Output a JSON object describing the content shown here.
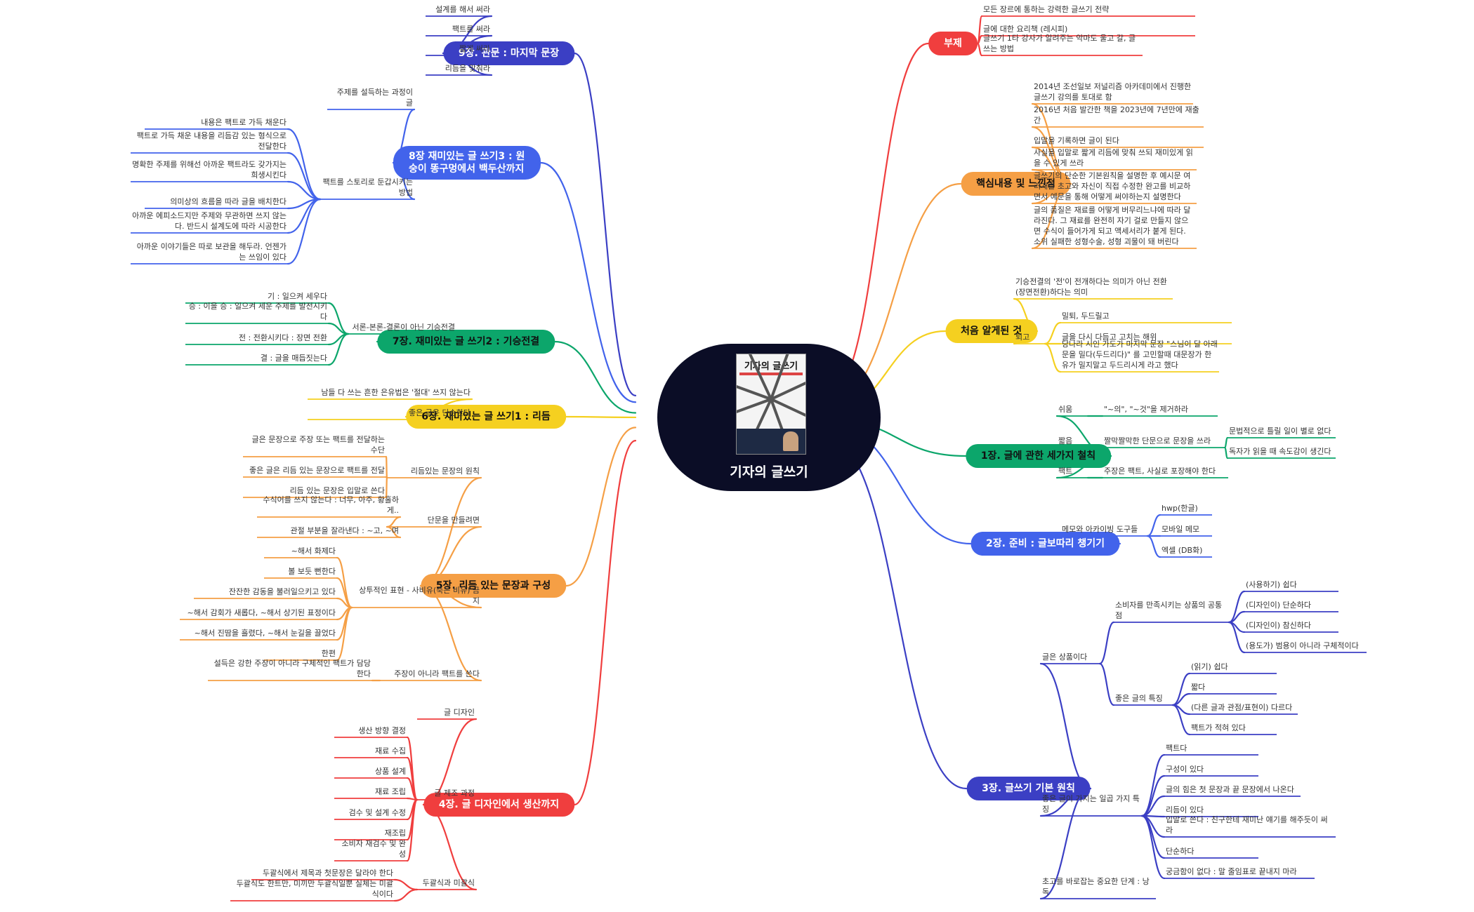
{
  "root": {
    "label": "기자의 글쓰기",
    "book_title": "기자의 글쓰기"
  },
  "colors": {
    "red": "#f03e3e",
    "orange": "#f59f45",
    "yellow": "#f5d020",
    "green": "#0ca66b",
    "blue": "#4263eb",
    "indigo": "#3b3fc4",
    "rootbg": "#0b0d26"
  },
  "branches": [
    {
      "id": "b1",
      "label": "부제",
      "color": "#f03e3e",
      "text_color": "#ffffff",
      "items": [
        {
          "label": "모든 장르에 통하는 강력한 글쓰기 전략"
        },
        {
          "label": "글에 대한 요리책 (레시피)"
        },
        {
          "label": "글쓰기 1타 강사가 알려주는 악마도 울고 갈, 글 쓰는 방법"
        }
      ]
    },
    {
      "id": "b2",
      "label": "핵심내용 및 느낀점",
      "color": "#f59f45",
      "text_color": "#111111",
      "items": [
        {
          "label": "2014년 조선일보 저널리즘 아카데미에서 진행한 글쓰기 강의를 토대로 함"
        },
        {
          "label": "2016년 처음 발간한 책을 2023년에 7년만에 재출간"
        },
        {
          "label": "입말을 기록하면 글이 된다"
        },
        {
          "label": "사실을 입말로 짧게 리듬에 맞춰 쓰되 재미있게 읽을 수 있게 쓰라"
        },
        {
          "label": "글쓰기의 단순한 기본원칙을 설명한 후 예시문 여러개를 초고와 자신이 직접 수정한 완고를 비교하면서 예문을 통해 어떻게 써야하는지 설명한다"
        },
        {
          "label": "글의 품질은 재료를 어떻게 버무리느냐에 따라 달라진다. 그 재료를 완전히 자기 걸로 만들지 않으면 수식이 들어가게 되고 액세서리가 붙게 된다. 소위 실패한 성형수술, 성형 괴물이 돼 버린다"
        }
      ]
    },
    {
      "id": "b3",
      "label": "처음 알게된 것",
      "color": "#f5d020",
      "text_color": "#111111",
      "items": [
        {
          "label": "기승전결의 '전'이 전개하다는 의미가 아닌 전환(장면전환)하다는 의미"
        },
        {
          "label": "퇴고",
          "children": [
            {
              "label": "밀퇴, 두드릴고"
            },
            {
              "label": "글을 다시 다듬고 고치는 해위"
            },
            {
              "label": "당나라 시인 가도가 마지막 문장 \"스님이 달 아래 문을 밀다(두드리다)\" 를 고민할때 대문장가 한유가 밀지말고 두드리시게 라고 했다"
            }
          ]
        }
      ]
    },
    {
      "id": "b4",
      "label": "1장. 글에 관한 세가지 철칙",
      "color": "#0ca66b",
      "text_color": "#111111",
      "items": [
        {
          "label": "쉬움",
          "children": [
            {
              "label": "\"~의\", \"~것\"을 제거하라"
            }
          ]
        },
        {
          "label": "짧음",
          "children": [
            {
              "label": "짤막짤막한 단문으로 문장을 쓰라",
              "children": [
                {
                  "label": "문법적으로 틀릴 일이 별로 없다"
                },
                {
                  "label": "독자가 읽을 때 속도감이 생긴다"
                }
              ]
            }
          ]
        },
        {
          "label": "팩트",
          "children": [
            {
              "label": "주장은 팩트, 사실로 포장해야 한다"
            }
          ]
        }
      ]
    },
    {
      "id": "b5",
      "label": "2장. 준비 : 글보따리 챙기기",
      "color": "#4263eb",
      "text_color": "#ffffff",
      "items": [
        {
          "label": "메모와 아카이빙 도구들",
          "children": [
            {
              "label": "hwp(한글)"
            },
            {
              "label": "모바일 메모"
            },
            {
              "label": "엑셀 (DB화)"
            }
          ]
        }
      ]
    },
    {
      "id": "b6",
      "label": "3장. 글쓰기 기본 원칙",
      "color": "#3b3fc4",
      "text_color": "#ffffff",
      "items": [
        {
          "label": "글은 상품이다",
          "children": [
            {
              "label": "소비자를 만족시키는 상품의 공통점",
              "children": [
                {
                  "label": "(사용하기) 쉽다"
                },
                {
                  "label": "(디자인이) 단순하다"
                },
                {
                  "label": "(디자인이) 참신하다"
                },
                {
                  "label": "(용도가) 범용이 아니라 구체적이다"
                }
              ]
            },
            {
              "label": "좋은 글의 특징",
              "children": [
                {
                  "label": "(읽기) 쉽다"
                },
                {
                  "label": "짧다"
                },
                {
                  "label": "(다른 글과 관점/표현이) 다르다"
                },
                {
                  "label": "팩트가 적혀 있다"
                }
              ]
            }
          ]
        },
        {
          "label": "좋은 글이 가지는 일곱 가지 특징",
          "children": [
            {
              "label": "팩트다"
            },
            {
              "label": "구성이 있다"
            },
            {
              "label": "글의 힘은 첫 문장과 끝 문장에서 나온다"
            },
            {
              "label": "리듬이 있다"
            },
            {
              "label": "입말로 쓴다 : 친구한테 재미난 얘기를 해주듯이 써라"
            },
            {
              "label": "단순하다"
            },
            {
              "label": "궁금함이 없다 : 말 줄임표로 끝내지 마라"
            }
          ]
        },
        {
          "label": "초고를 바로잡는 중요한 단계 : 낭독"
        }
      ]
    },
    {
      "id": "b7",
      "label": "9장. 관문 : 마지막 문장",
      "color": "#3b3fc4",
      "text_color": "#ffffff",
      "items": [
        {
          "label": "설계를 해서 써라"
        },
        {
          "label": "팩트를 써라"
        },
        {
          "label": "짧게 써라"
        },
        {
          "label": "리듬을 맞춰라"
        }
      ]
    },
    {
      "id": "b8",
      "label": "8장 재미있는 글 쓰기3 : 원숭이 똥구멍에서 백두산까지",
      "color": "#4263eb",
      "text_color": "#ffffff",
      "items": [
        {
          "label": "주제를 설득하는 과정이 글"
        },
        {
          "label": "팩트를 스토리로 둔갑시키는 방법",
          "children": [
            {
              "label": "내용은 팩트로 가득 채운다"
            },
            {
              "label": "팩트로 가득 채운 내용을 리듬감 있는 형식으로 전달한다"
            },
            {
              "label": "명확한 주제를 위해선 아까운 팩트라도 갖가지는 희생시킨다"
            },
            {
              "label": "의미상의 흐름을 따라 글을 배치한다"
            },
            {
              "label": "아까운 에피소드지만 주제와 무관하면 쓰지 않는다. 반드시 설계도에 따라 시공한다"
            },
            {
              "label": "아까운 이야기들은 따로 보관을 해두라. 언젠가는 쓰임이 있다"
            }
          ]
        }
      ]
    },
    {
      "id": "b9",
      "label": "7장. 재미있는 글 쓰기2 : 기승전결",
      "color": "#0ca66b",
      "text_color": "#111111",
      "items": [
        {
          "label": "서론-본론-결론이 아닌 기승전결",
          "children": [
            {
              "label": "기 : 일으켜 세우다"
            },
            {
              "label": "승 : 이을 승 : 일으켜 세운 주제를 발전시키다"
            },
            {
              "label": "전 : 전환시키다 : 장면 전환"
            },
            {
              "label": "결 : 글을 매듭짓는다"
            }
          ]
        }
      ]
    },
    {
      "id": "b10",
      "label": "6장. 재미있는 글 쓰기1 : 리듬",
      "color": "#f5d020",
      "text_color": "#111111",
      "items": [
        {
          "label": "남들 다 쓰는 흔한 은유법은 '절대' 쓰지 않는다"
        },
        {
          "label": "좋은 글은 단순한다"
        }
      ]
    },
    {
      "id": "b11",
      "label": "5장. 리듬 있는 문장과 구성",
      "color": "#f59f45",
      "text_color": "#111111",
      "items": [
        {
          "label": "리듬있는 문장의 원칙",
          "children": [
            {
              "label": "글은 문장으로 주장 또는 팩트를 전달하는 수단"
            },
            {
              "label": "좋은 글은 리듬 있는 문장으로 팩트를 전달"
            },
            {
              "label": "리듬 있는 문장은 입말로 쓴다"
            }
          ]
        },
        {
          "label": "단문을 만들려면",
          "children": [
            {
              "label": "수식어를 쓰지 않는다 : 너무, 아주, 황홀하게.."
            },
            {
              "label": "관절 부분을 잘라낸다 : ~고, ~며"
            }
          ]
        },
        {
          "label": "상투적인 표현 - 사비유(죽은 비유) 금지",
          "children": [
            {
              "label": "~해서 화제다"
            },
            {
              "label": "볼 보듯 뻔한다"
            },
            {
              "label": "잔잔한 감동을 불러일으키고 있다"
            },
            {
              "label": "~해서 감회가 새롭다, ~해서 상기된 표정이다"
            },
            {
              "label": "~해서 진땀을 흘렸다, ~해서 눈길을 끌었다"
            },
            {
              "label": "한편"
            }
          ]
        },
        {
          "label": "주장이 아니라 팩트를 쓴다",
          "children": [
            {
              "label": "설득은 강한 주장이 아니라 구체적인 팩트가 담당한다"
            }
          ]
        }
      ]
    },
    {
      "id": "b12",
      "label": "4장. 글 디자인에서 생산까지",
      "color": "#f03e3e",
      "text_color": "#ffffff",
      "items": [
        {
          "label": "글 디자인"
        },
        {
          "label": "글 제조 과정",
          "children": [
            {
              "label": "생산 방향 결정"
            },
            {
              "label": "재료 수집"
            },
            {
              "label": "상품 설계"
            },
            {
              "label": "재료 조립"
            },
            {
              "label": "검수 및 설계 수정"
            },
            {
              "label": "재조립"
            },
            {
              "label": "소비자 재검수 및 완성"
            }
          ]
        },
        {
          "label": "두괄식과 미괄식",
          "children": [
            {
              "label": "두괄식에서 제목과 첫문장은 달라야 한다"
            },
            {
              "label": "두괄식도 한트만, 미끼만 두괄식일뿐 실체는 미괄식이다"
            }
          ]
        }
      ]
    }
  ]
}
